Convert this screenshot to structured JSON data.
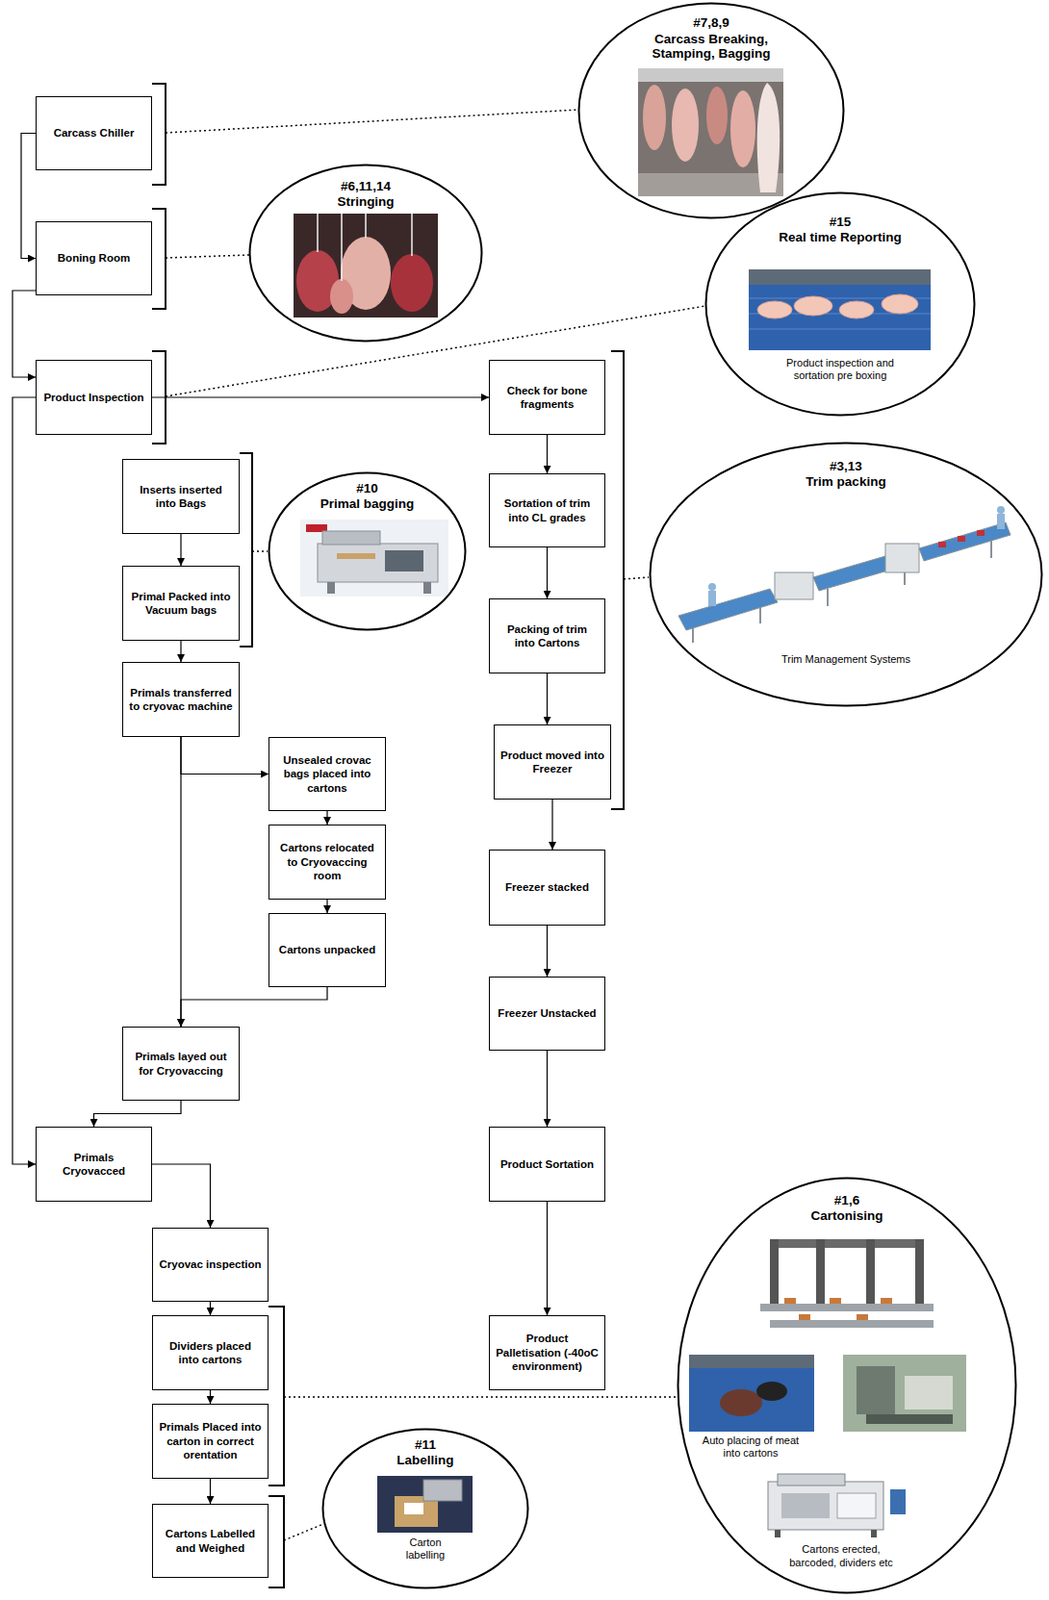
{
  "diagram": {
    "nodes": [
      {
        "text": [
          "#7,8,9",
          "Carcass Breaking, Stamping, Bagging"
        ]
      },
      {
        "text": [
          "Carcass Chiller"
        ]
      },
      {
        "text": [
          "#6,11,14",
          "Stringing"
        ]
      },
      {
        "text": [
          "Boning Room"
        ]
      },
      {
        "text": [
          "#15",
          "Real time Reporting",
          "Product inspection and sortation pre boxing"
        ]
      },
      {
        "text": [
          "Product Inspection"
        ]
      },
      {
        "text": [
          "Check for bone fragments"
        ]
      },
      {
        "text": [
          "Inserts inserted into Bags"
        ]
      },
      {
        "text": [
          "#10",
          "Primal bagging"
        ]
      },
      {
        "text": [
          "Sortation of trim into CL grades"
        ]
      },
      {
        "text": [
          "#3,13",
          "Trim packing",
          "Trim Management Systems"
        ]
      },
      {
        "text": [
          "Primal Packed into Vacuum bags"
        ]
      },
      {
        "text": [
          "Packing of trim into Cartons"
        ]
      },
      {
        "text": [
          "Primals transferred to cryovac machine"
        ]
      },
      {
        "text": [
          "Product moved into Freezer"
        ]
      },
      {
        "text": [
          "Unsealed crovac bags placed into cartons"
        ]
      },
      {
        "text": [
          "Cartons relocated to Cryovaccing room"
        ]
      },
      {
        "text": [
          "Freezer stacked"
        ]
      },
      {
        "text": [
          "Cartons unpacked"
        ]
      },
      {
        "text": [
          "Freezer Unstacked"
        ]
      },
      {
        "text": [
          "Primals layed out for Cryovaccing"
        ]
      },
      {
        "text": [
          "Primals Cryovacced"
        ]
      },
      {
        "text": [
          "Product Sortation"
        ]
      },
      {
        "text": [
          "Cryovac inspection"
        ]
      },
      {
        "text": [
          "#1,6",
          "Cartonising",
          "Auto placing of meat into cartons",
          "Cartons erected, barcoded, dividers etc"
        ]
      },
      {
        "text": [
          "Dividers placed into cartons"
        ]
      },
      {
        "text": [
          "Product Palletisation (-40oC environment)"
        ]
      },
      {
        "text": [
          "Primals Placed into carton in correct orentation"
        ]
      },
      {
        "text": [
          "#11",
          "Labelling",
          "Carton labelling"
        ]
      },
      {
        "text": [
          "Cartons Labelled and Weighed"
        ]
      }
    ],
    "edges": [
      {
        "from": 1,
        "to": 3,
        "arrow": "to"
      },
      {
        "from": 3,
        "to": 5,
        "arrow": "to"
      },
      {
        "from": 5,
        "to": 6,
        "arrow": "to"
      },
      {
        "from": 5,
        "to": 21,
        "arrow": "to"
      },
      {
        "from": 7,
        "to": 11,
        "arrow": "to"
      },
      {
        "from": 11,
        "to": 13,
        "arrow": "to"
      },
      {
        "from": 13,
        "to": 15,
        "arrow": "to"
      },
      {
        "from": 13,
        "to": 20,
        "arrow": "to"
      },
      {
        "from": 15,
        "to": 16,
        "arrow": "to"
      },
      {
        "from": 16,
        "to": 18,
        "arrow": "to"
      },
      {
        "from": 18,
        "to": 20,
        "arrow": "to"
      },
      {
        "from": 20,
        "to": 21,
        "arrow": "to"
      },
      {
        "from": 21,
        "to": 23,
        "arrow": "to"
      },
      {
        "from": 23,
        "to": 25,
        "arrow": "to"
      },
      {
        "from": 25,
        "to": 27,
        "arrow": "to"
      },
      {
        "from": 27,
        "to": 29,
        "arrow": "to"
      },
      {
        "from": 6,
        "to": 9,
        "arrow": "to"
      },
      {
        "from": 9,
        "to": 12,
        "arrow": "to"
      },
      {
        "from": 12,
        "to": 14,
        "arrow": "to"
      },
      {
        "from": 14,
        "to": 17,
        "arrow": "to"
      },
      {
        "from": 17,
        "to": 19,
        "arrow": "to"
      },
      {
        "from": 19,
        "to": 22,
        "arrow": "to"
      },
      {
        "from": 22,
        "to": 26,
        "arrow": "to"
      }
    ]
  }
}
